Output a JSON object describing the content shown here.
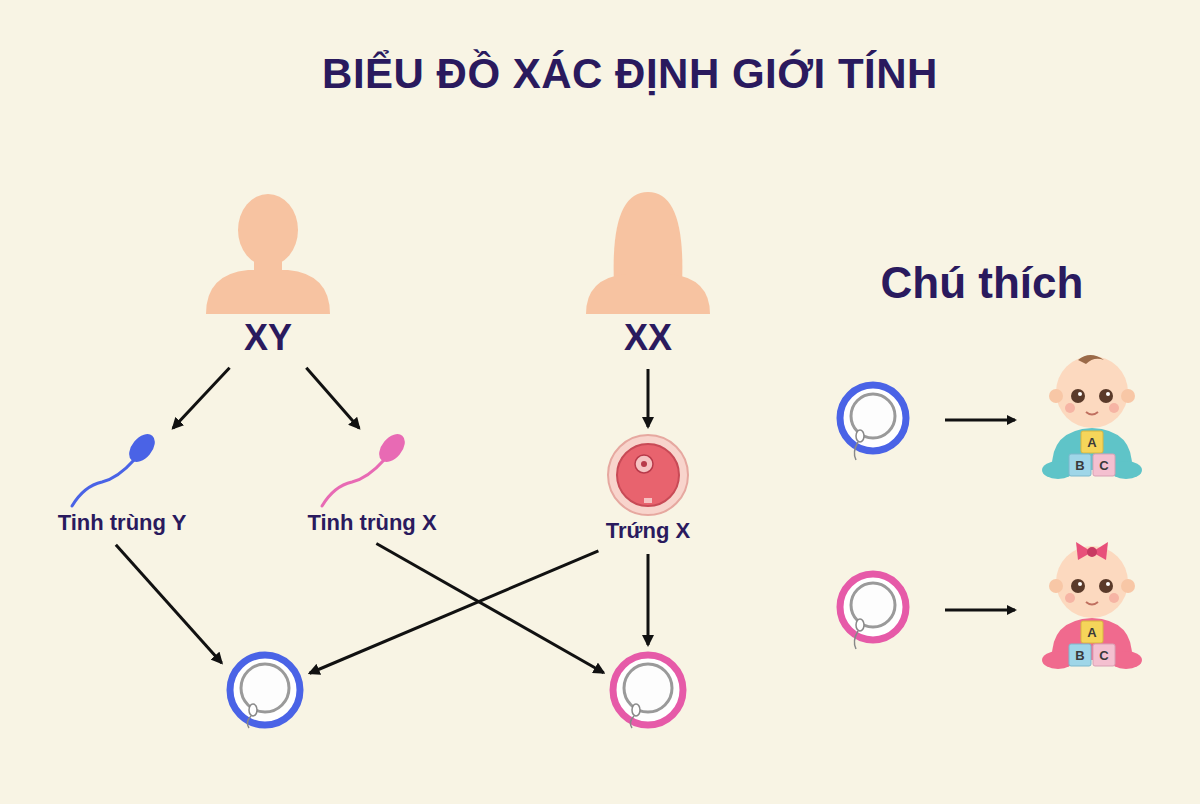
{
  "diagram": {
    "title": "BIỂU ĐỒ XÁC ĐỊNH GIỚI TÍNH",
    "nodes": [
      {
        "text": [
          "XY"
        ]
      },
      {
        "text": [
          "XX"
        ]
      },
      {
        "text": [
          "Tinh trùng Y"
        ]
      },
      {
        "text": [
          "Tinh trùng X"
        ]
      },
      {
        "text": [
          "Trứng X"
        ]
      },
      {
        "text": []
      },
      {
        "text": []
      }
    ],
    "edges": [
      {
        "from": 0,
        "to": 2,
        "arrow": "to"
      },
      {
        "from": 0,
        "to": 3,
        "arrow": "to"
      },
      {
        "from": 1,
        "to": 4,
        "arrow": "to"
      },
      {
        "from": 2,
        "to": 5,
        "arrow": "to"
      },
      {
        "from": 3,
        "to": 6,
        "arrow": "to"
      },
      {
        "from": 4,
        "to": 5,
        "arrow": "to"
      },
      {
        "from": 4,
        "to": 6,
        "arrow": "to"
      }
    ],
    "labels": [
      "Chú thích",
      "A",
      "B",
      "C",
      "A",
      "B",
      "C"
    ]
  }
}
